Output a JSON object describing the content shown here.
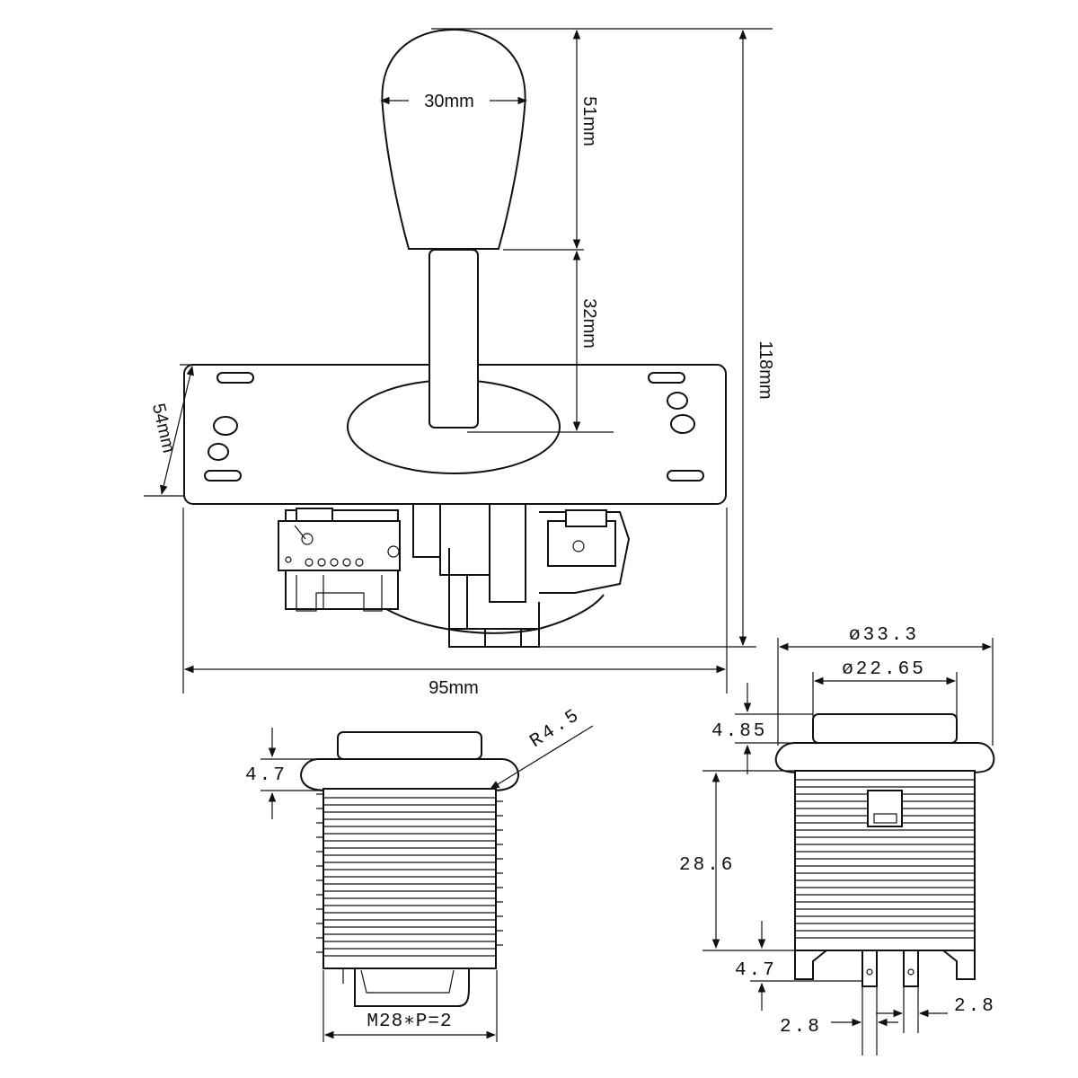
{
  "joystick": {
    "ball_diameter": "30mm",
    "ball_height": "51mm",
    "shaft_length": "32mm",
    "total_height": "118mm",
    "plate_depth": "54mm",
    "plate_width": "95mm"
  },
  "button_side": {
    "bezel_thickness": "4.7",
    "bezel_radius": "R4.5",
    "thread": "M28∗P=2"
  },
  "button_front": {
    "bezel_diameter": "ø33.3",
    "plunger_diameter": "ø22.65",
    "plunger_height": "4.85",
    "body_height": "28.6",
    "bottom_height": "4.7",
    "terminal_left_width": "2.8",
    "terminal_right_width": "2.8"
  }
}
